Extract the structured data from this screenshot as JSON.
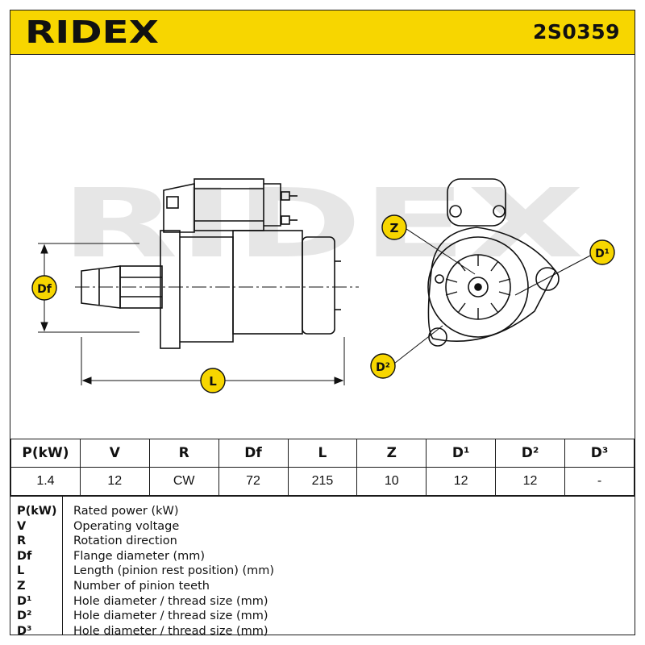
{
  "brand": {
    "logo_text": "RIDEX",
    "accent": "#f7d600"
  },
  "part_number": "2S0359",
  "drawing": {
    "watermark": "RIDEX",
    "labels": {
      "df": "Df",
      "l": "L",
      "z": "Z",
      "d1": "D¹",
      "d2": "D²"
    }
  },
  "spec_table": {
    "headers": [
      "P(kW)",
      "V",
      "R",
      "Df",
      "L",
      "Z",
      "D¹",
      "D²",
      "D³"
    ],
    "values": [
      "1.4",
      "12",
      "CW",
      "72",
      "215",
      "10",
      "12",
      "12",
      "-"
    ]
  },
  "legend": [
    {
      "code": "P(kW)",
      "desc": "Rated power (kW)"
    },
    {
      "code": "V",
      "desc": "Operating voltage"
    },
    {
      "code": "R",
      "desc": "Rotation direction"
    },
    {
      "code": "Df",
      "desc": "Flange diameter (mm)"
    },
    {
      "code": "L",
      "desc": "Length (pinion rest position) (mm)"
    },
    {
      "code": "Z",
      "desc": "Number of pinion teeth"
    },
    {
      "code": "D¹",
      "desc": "Hole diameter / thread size (mm)"
    },
    {
      "code": "D²",
      "desc": "Hole diameter / thread size (mm)"
    },
    {
      "code": "D³",
      "desc": "Hole diameter / thread size (mm)"
    }
  ]
}
